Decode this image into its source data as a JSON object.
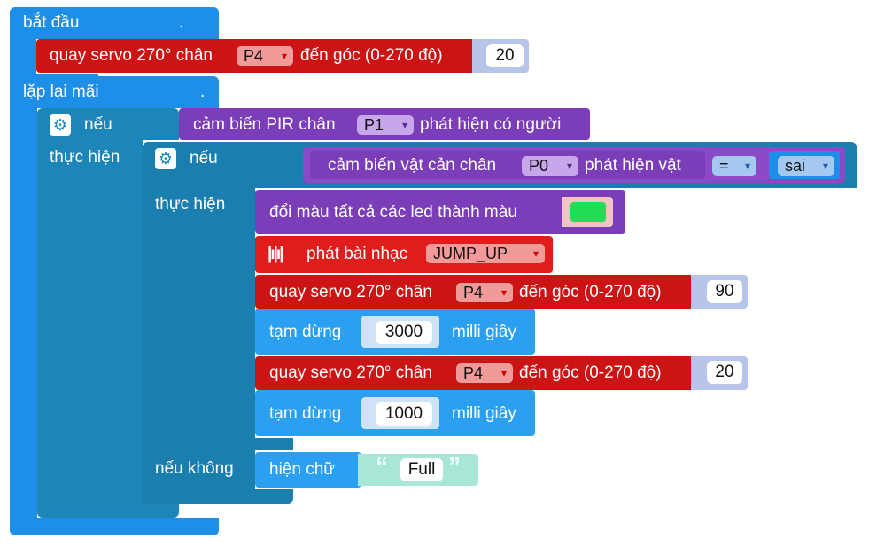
{
  "start_block": {
    "label": "bắt đầu",
    "servo": {
      "label_a": "quay servo 270° chân",
      "pin": "P4",
      "label_b": "đến góc (0-270 độ)",
      "value": "20"
    }
  },
  "forever_block": {
    "label": "lặp lại mãi",
    "if_outer": {
      "if_label": "nếu",
      "do_label": "thực hiện",
      "condition": {
        "label_a": "cảm biến PIR chân",
        "pin": "P1",
        "label_b": "phát hiện có người"
      },
      "if_inner": {
        "if_label": "nếu",
        "do_label": "thực hiện",
        "else_label": "nếu không",
        "condition": {
          "label_a": "cảm biến vật cản chân",
          "pin": "P0",
          "label_b": "phát hiện vật",
          "op": "=",
          "value": "sai"
        },
        "do_blocks": {
          "led": {
            "label": "đổi màu tất cả các led thành màu",
            "color": "#22dd55"
          },
          "music": {
            "label": "phát bài nhạc",
            "song": "JUMP_UP"
          },
          "servo1": {
            "label_a": "quay servo 270° chân",
            "pin": "P4",
            "label_b": "đến góc (0-270 độ)",
            "value": "90"
          },
          "wait1": {
            "label_a": "tạm dừng",
            "value": "3000",
            "label_b": "milli giây"
          },
          "servo2": {
            "label_a": "quay servo 270° chân",
            "pin": "P4",
            "label_b": "đến góc (0-270 độ)",
            "value": "20"
          },
          "wait2": {
            "label_a": "tạm dừng",
            "value": "1000",
            "label_b": "milli giây"
          }
        },
        "else_blocks": {
          "show": {
            "label": "hiện chữ",
            "open_quote": "“",
            "text": "Full",
            "close_quote": "”"
          }
        }
      }
    }
  },
  "colors": {
    "event": "#1e8fe8",
    "logic": "#1c86b9",
    "servo": "#cc1414",
    "sensor": "#7b3db8",
    "text": "#a8e6d8"
  },
  "icons": {
    "gear": "gear-icon",
    "music": "music-wave-icon"
  }
}
